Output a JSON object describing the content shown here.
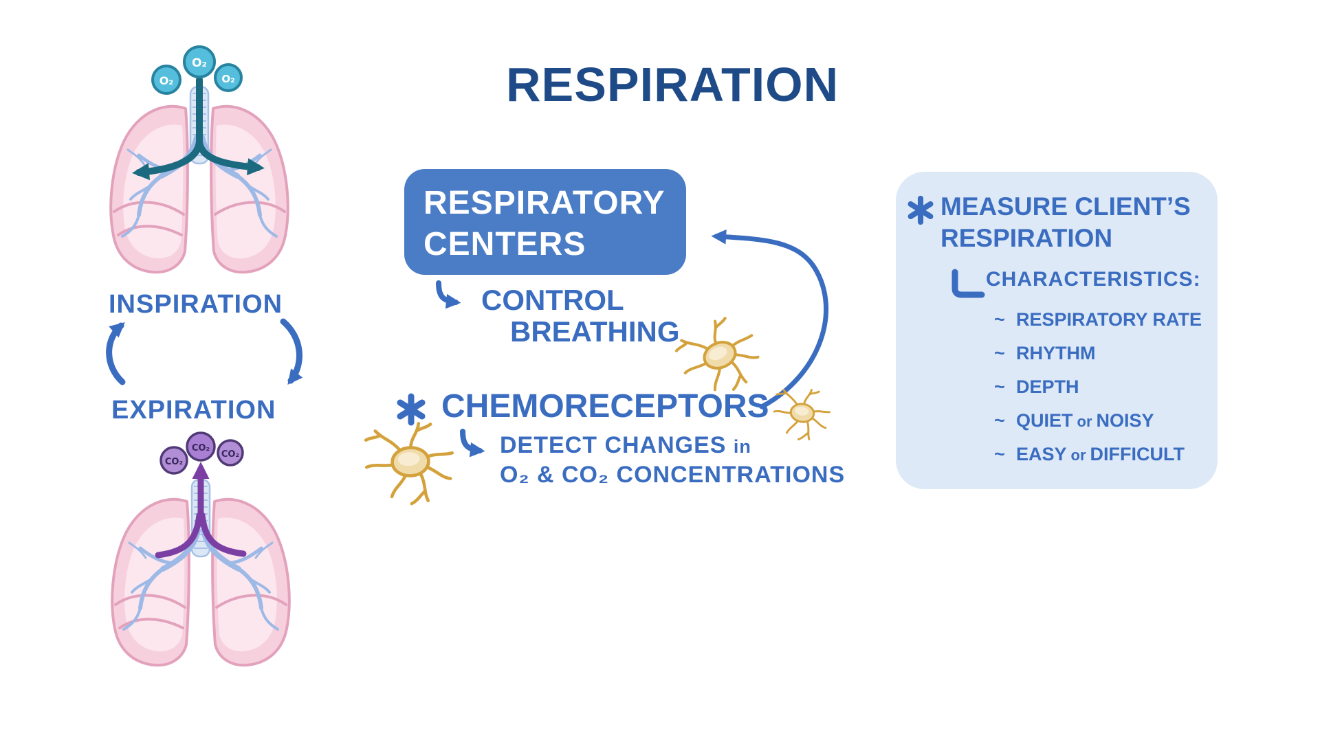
{
  "title": "RESPIRATION",
  "colors": {
    "title_navy": "#1e4b87",
    "text_blue": "#3a6cc0",
    "centers_box_blue": "#4b7cc6",
    "panel_background": "#dde9f7",
    "neuron_gold": "#d4a23c",
    "lung_pink": "#f7d0de",
    "oxygen_teal": "#55bedd",
    "carbon_dioxide_purple": "#b18ed6",
    "inhale_arrow_teal": "#1c6a80",
    "exhale_arrow_purple": "#7b3fa4"
  },
  "breathing_cycle": {
    "inspiration_label": "INSPIRATION",
    "expiration_label": "EXPIRATION",
    "oxygen_molecule": "O₂",
    "carbon_dioxide_molecule": "CO₂",
    "up_arrow_icon": "curved-arrow-up",
    "down_arrow_icon": "curved-arrow-down"
  },
  "respiratory_centers": {
    "box_line1": "RESPIRATORY",
    "box_line2": "CENTERS",
    "elbow_arrow_icon": "elbow-arrow-right",
    "function_line1": "CONTROL",
    "function_line2": "BREATHING",
    "bullet_icon": "asterisk",
    "chemoreceptors_label": "CHEMORECEPTORS",
    "detect_line1": "DETECT CHANGES",
    "detect_line1_suffix": "in",
    "detect_line2": "O₂ & CO₂ CONCENTRATIONS",
    "feedback_arrow_icon": "curved-feedback-arrow",
    "neuron_icon": "chemoreceptor-neuron"
  },
  "assessment_panel": {
    "bullet_icon": "asterisk",
    "title_line1": "MEASURE CLIENT’S",
    "title_line2": "RESPIRATION",
    "subsection_marker_icon": "corner-elbow",
    "subsection_label": "CHARACTERISTICS:",
    "items": [
      {
        "marker": "~",
        "text": "RESPIRATORY RATE"
      },
      {
        "marker": "~",
        "text": "RHYTHM"
      },
      {
        "marker": "~",
        "text": "DEPTH"
      },
      {
        "marker": "~",
        "text": "QUIET",
        "conjunction": "or",
        "text_after": "NOISY"
      },
      {
        "marker": "~",
        "text": "EASY",
        "conjunction": "or",
        "text_after": "DIFFICULT"
      }
    ]
  }
}
